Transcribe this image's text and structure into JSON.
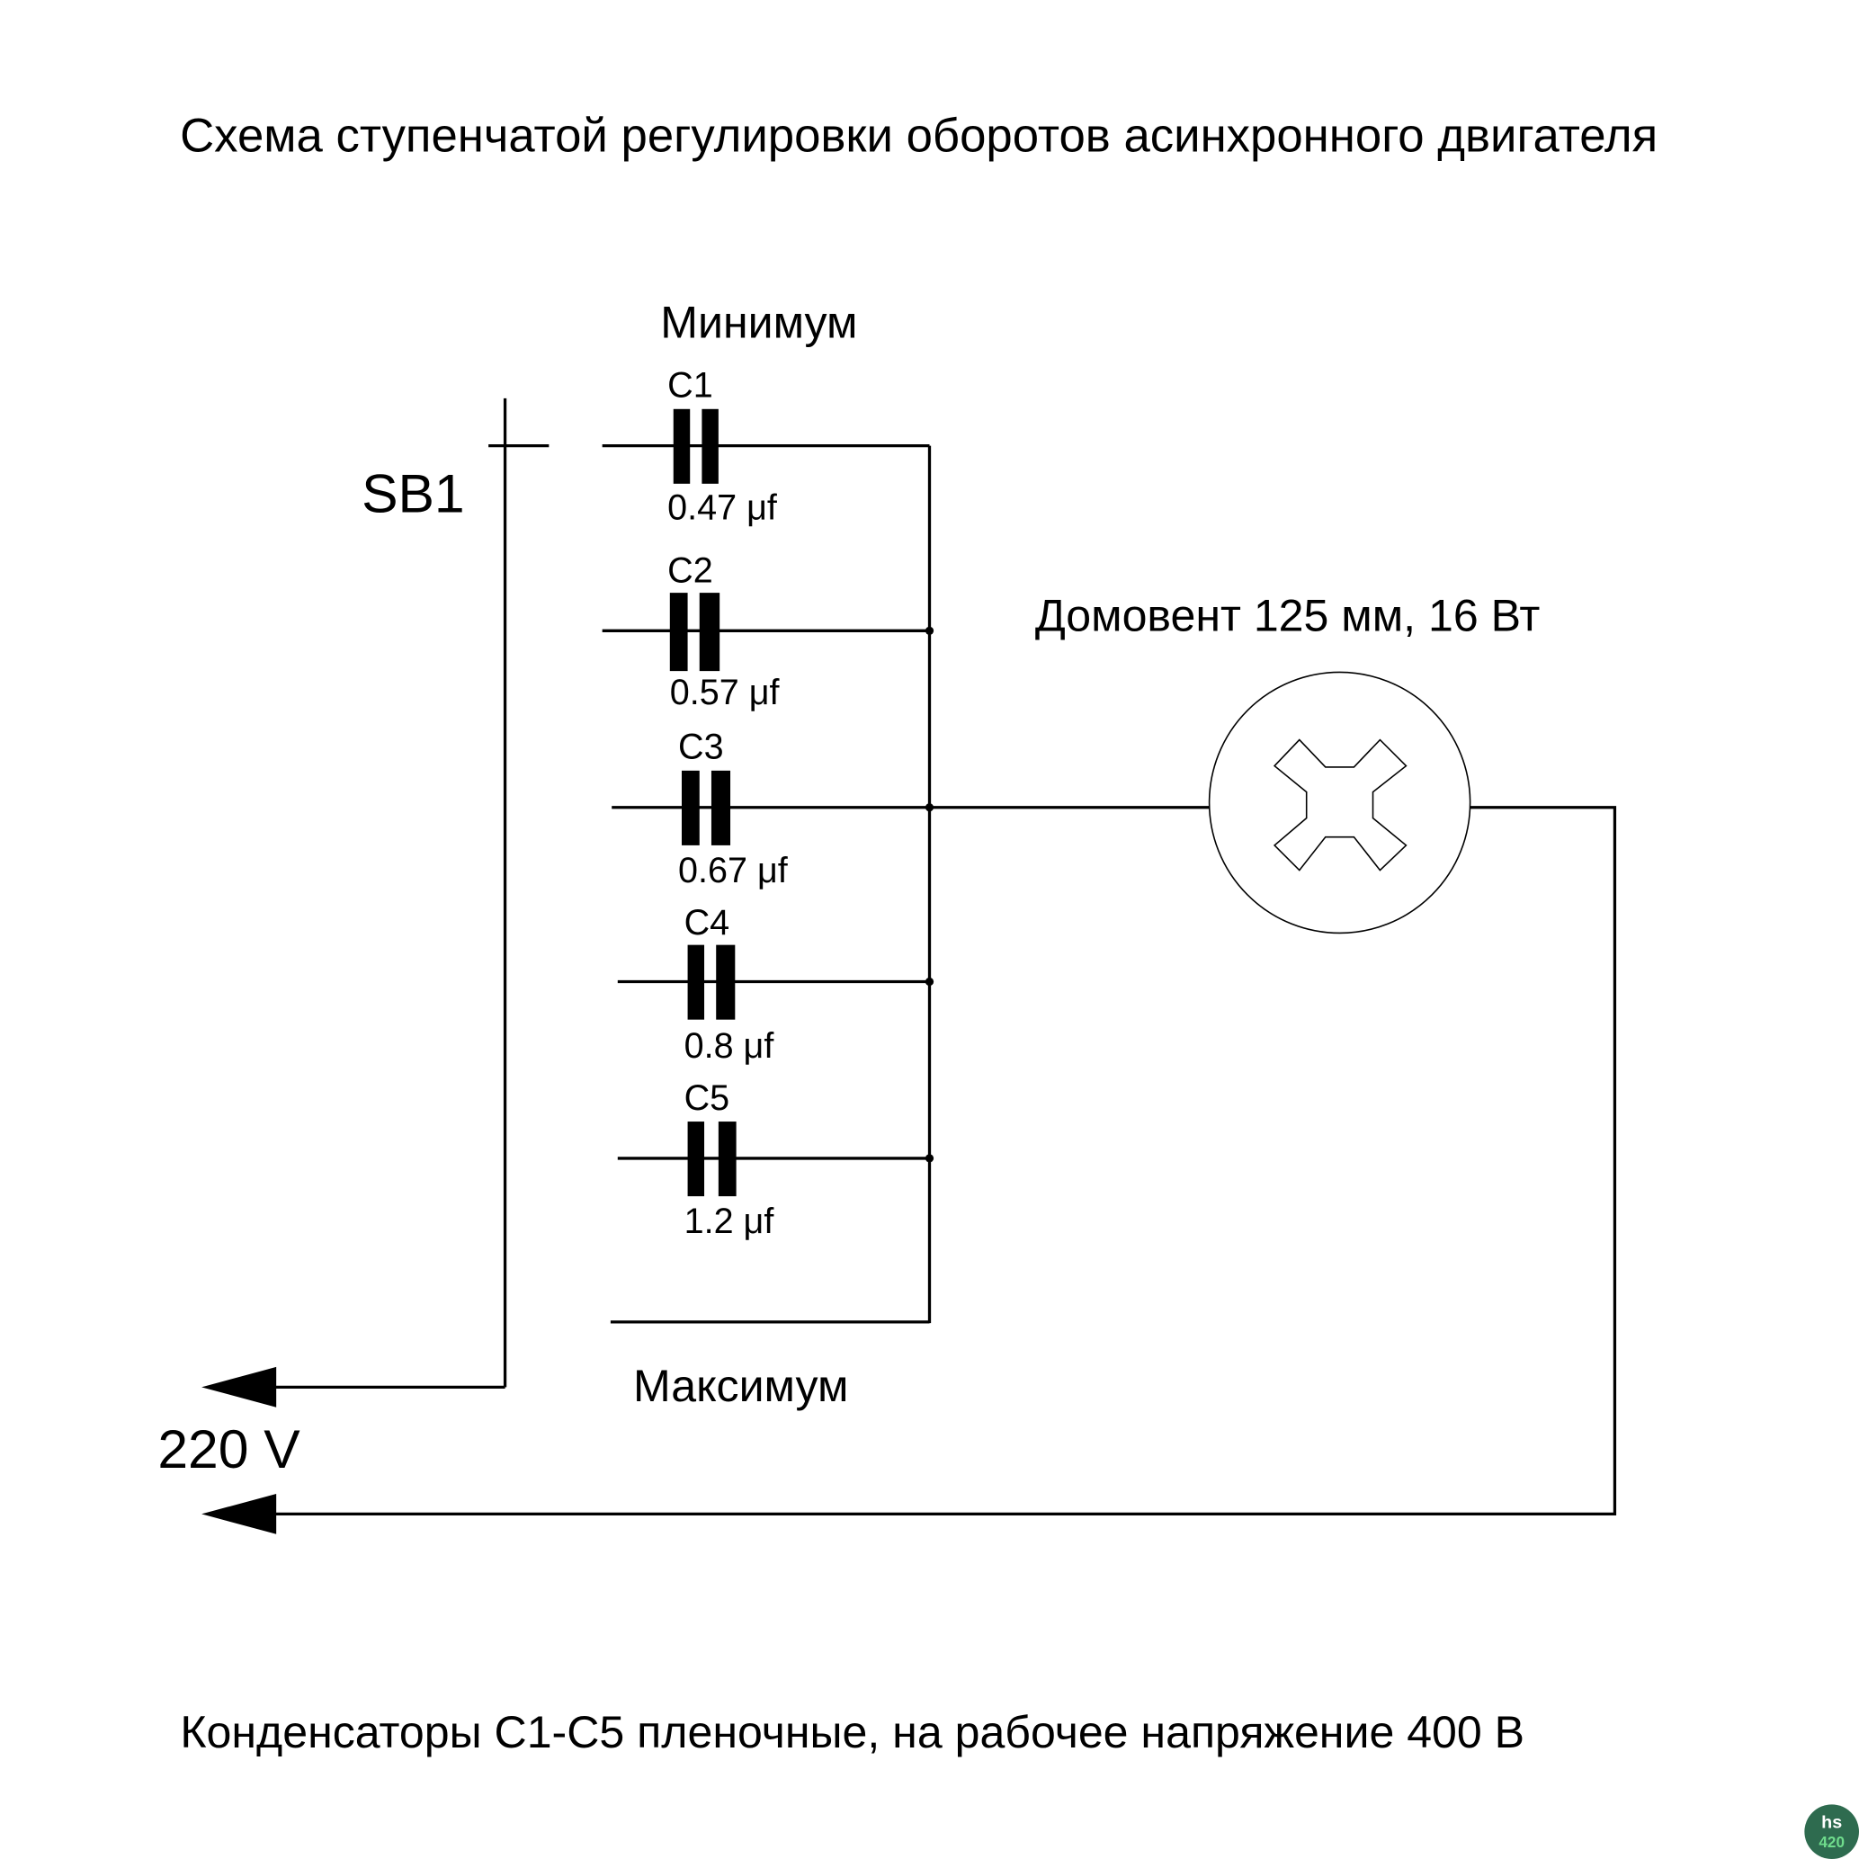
{
  "title": "Схема ступенчатой регулировки оборотов асинхронного двигателя",
  "switch_label": "SB1",
  "min_label": "Минимум",
  "max_label": "Максимум",
  "supply_label": "220 V",
  "motor_label": "Домовент 125 мм, 16 Вт",
  "footnote": "Конденсаторы С1-С5 пленочные, на рабочее напряжение 400 В",
  "capacitors": [
    {
      "name": "C1",
      "value": "0.47 μf"
    },
    {
      "name": "C2",
      "value": "0.57 μf"
    },
    {
      "name": "C3",
      "value": "0.67 μf"
    },
    {
      "name": "C4",
      "value": "0.8 μf"
    },
    {
      "name": "C5",
      "value": "1.2 μf"
    }
  ],
  "logo": {
    "text": "hs 420",
    "color": "#2e6b4f",
    "accent": "#6fdc8c"
  }
}
